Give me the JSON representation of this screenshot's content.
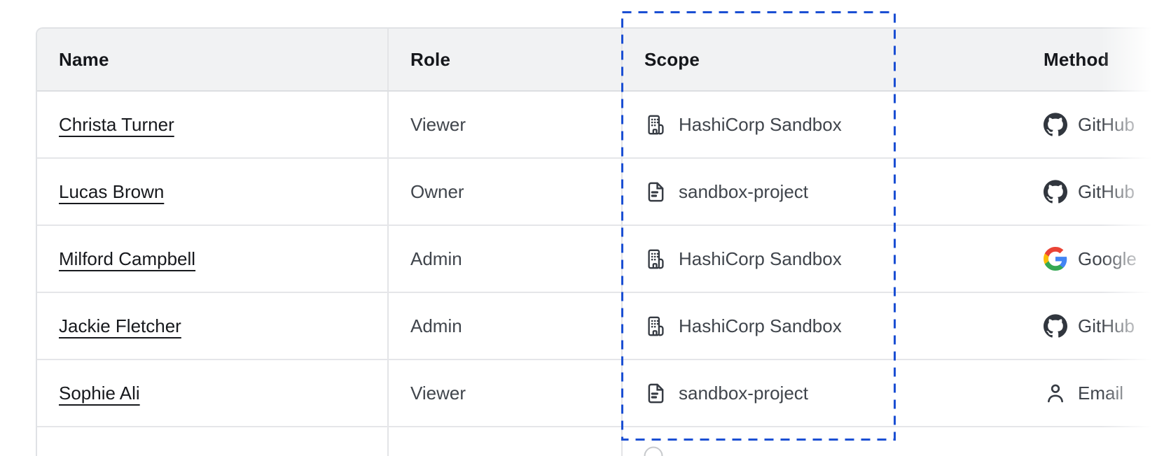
{
  "table": {
    "columns": [
      {
        "label": "Name"
      },
      {
        "label": "Role"
      },
      {
        "label": "Scope"
      },
      {
        "label": "Method"
      }
    ],
    "rows": [
      {
        "name": "Christa Turner",
        "role": "Viewer",
        "scope": "HashiCorp Sandbox",
        "scope_icon": "organization-icon",
        "method": "GitHub",
        "method_icon": "github-icon"
      },
      {
        "name": "Lucas Brown",
        "role": "Owner",
        "scope": "sandbox-project",
        "scope_icon": "file-text-icon",
        "method": "GitHub",
        "method_icon": "github-icon"
      },
      {
        "name": "Milford Campbell",
        "role": "Admin",
        "scope": "HashiCorp Sandbox",
        "scope_icon": "organization-icon",
        "method": "Google",
        "method_icon": "google-icon"
      },
      {
        "name": "Jackie Fletcher",
        "role": "Admin",
        "scope": "HashiCorp Sandbox",
        "scope_icon": "organization-icon",
        "method": "GitHub",
        "method_icon": "github-icon"
      },
      {
        "name": "Sophie Ali",
        "role": "Viewer",
        "scope": "sandbox-project",
        "scope_icon": "file-text-icon",
        "method": "Email",
        "method_icon": "user-icon"
      }
    ]
  },
  "annotation": {
    "type": "dashed-highlight-box",
    "target": "scope-column",
    "color": "#1b4fd3"
  },
  "colors": {
    "header_bg": "#f1f2f3",
    "border": "#e3e4e7",
    "body_text": "#40454c",
    "heading_text": "#15171b",
    "icon": "#363b43",
    "github": "#31363e",
    "google_blue": "#4285F4",
    "google_green": "#34A853",
    "google_yellow": "#FBBC05",
    "google_red": "#EA4335"
  }
}
